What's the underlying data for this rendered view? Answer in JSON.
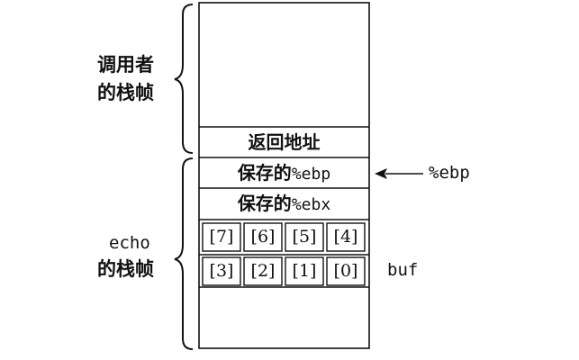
{
  "frames": {
    "caller_label_line1": "调用者",
    "caller_label_line2": "的栈帧",
    "echo_label_line1": "echo",
    "echo_label_line2": "的栈帧"
  },
  "stack": {
    "return_address": "返回地址",
    "saved_ebp_prefix": "保存的",
    "saved_ebp_reg": "%ebp",
    "saved_ebx_prefix": "保存的",
    "saved_ebx_reg": "%ebx",
    "buf_row_upper": [
      "[7]",
      "[6]",
      "[5]",
      "[4]"
    ],
    "buf_row_lower": [
      "[3]",
      "[2]",
      "[1]",
      "[0]"
    ]
  },
  "pointer": {
    "ebp_label": "%ebp"
  },
  "buf_label": "buf"
}
